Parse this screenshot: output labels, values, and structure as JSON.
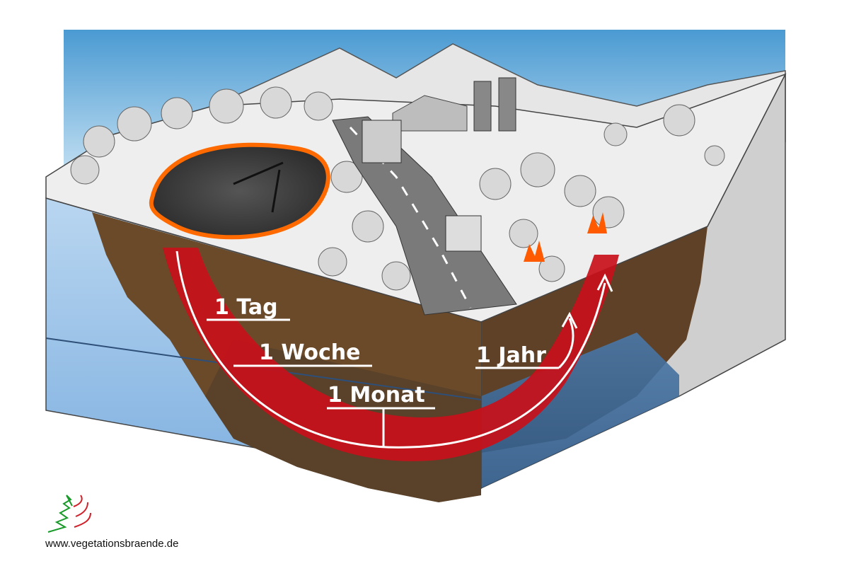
{
  "diagram": {
    "labels": {
      "day": "1 Tag",
      "week": "1 Woche",
      "month": "1 Monat",
      "year": "1 Jahr"
    },
    "colors": {
      "sky": "#5aa7d8",
      "soil": "#6b4a2a",
      "water": "#8fb8e0",
      "plume": "#c8101a",
      "surface": "#e8e8e8"
    }
  },
  "footer": {
    "logo": "vegetationsbraende logo",
    "url": "www.vegetationsbraende.de"
  }
}
